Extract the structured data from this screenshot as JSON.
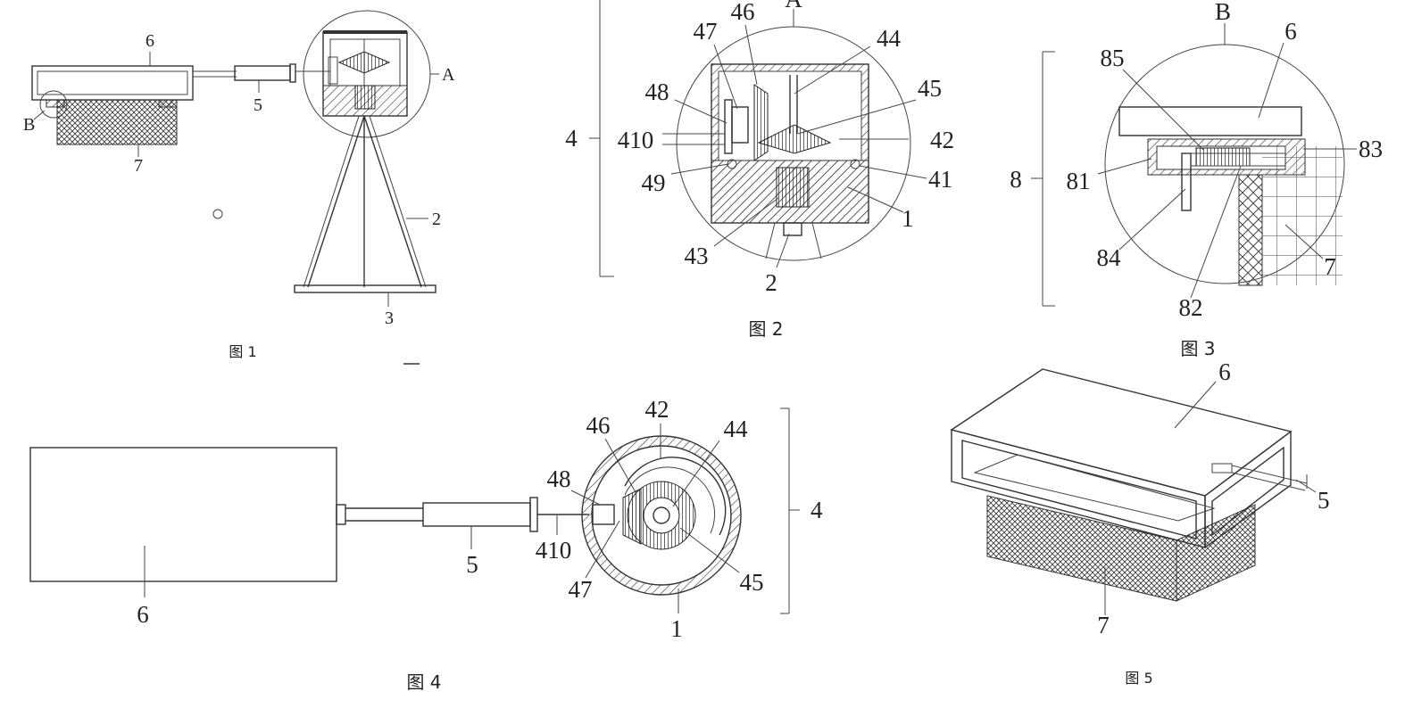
{
  "figures": [
    {
      "caption": "图 1",
      "labels": {
        "l6": "6",
        "l5": "5",
        "lA": "A",
        "lB": "B",
        "l7": "7",
        "l2": "2",
        "l3": "3"
      }
    },
    {
      "caption": "图 2",
      "labels": {
        "lA": "A",
        "l46": "46",
        "l47": "47",
        "l44": "44",
        "l48": "48",
        "l45": "45",
        "l4": "4",
        "l410": "410",
        "l42": "42",
        "l49": "49",
        "l41": "41",
        "l1": "1",
        "l43": "43",
        "l2": "2"
      }
    },
    {
      "caption": "图 3",
      "labels": {
        "lB": "B",
        "l6": "6",
        "l85": "85",
        "l83": "83",
        "l8": "8",
        "l81": "81",
        "l84": "84",
        "l7": "7",
        "l82": "82"
      }
    },
    {
      "caption": "图 4",
      "labels": {
        "l42": "42",
        "l46": "46",
        "l44": "44",
        "l48": "48",
        "l4": "4",
        "l5": "5",
        "l410": "410",
        "l6": "6",
        "l47": "47",
        "l45": "45",
        "l1": "1"
      }
    },
    {
      "caption": "图 5",
      "labels": {
        "l6": "6",
        "l5": "5",
        "l7": "7"
      }
    }
  ]
}
